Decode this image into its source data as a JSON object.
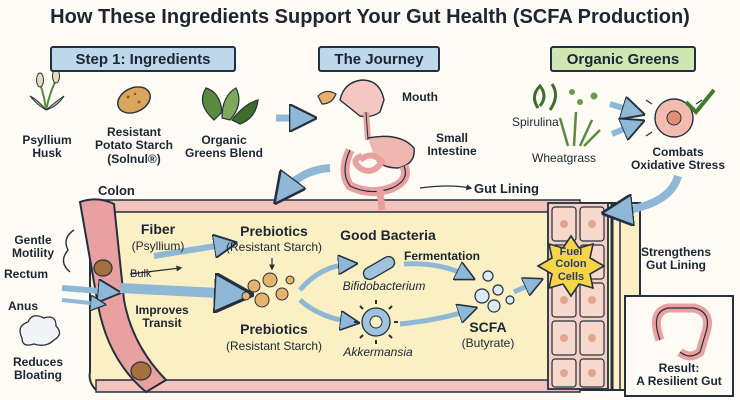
{
  "title": "How These Ingredients Support Your Gut Health (SCFA Production)",
  "banners": {
    "step1": "Step 1: Ingredients",
    "journey": "The Journey",
    "greens": "Organic Greens"
  },
  "ingredients": {
    "psyllium": [
      "Psyllium",
      "Husk"
    ],
    "potato": [
      "Resistant",
      "Potato Starch",
      "(Solnul®)"
    ],
    "greens_blend": [
      "Organic",
      "Greens Blend"
    ]
  },
  "journey": {
    "mouth": "Mouth",
    "small_intestine": [
      "Small",
      "Intestine"
    ],
    "gut_lining": "Gut Lining",
    "colon": "Colon"
  },
  "greens": {
    "spirulina": "Spirulina",
    "wheatgrass": "Wheatgrass",
    "combats": [
      "Combats",
      "Oxidative Stress"
    ]
  },
  "left_labels": {
    "gentle_motility": [
      "Gentle",
      "Motility"
    ],
    "rectum": "Rectum",
    "anus": "Anus",
    "reduces_bloating": [
      "Reduces",
      "Bloating"
    ]
  },
  "process": {
    "fiber": "Fiber",
    "fiber_sub": "(Psyllium)",
    "bulk": "Bulk",
    "improves_transit": [
      "Improves",
      "Transit"
    ],
    "prebiotics_top": "Prebiotics",
    "prebiotics_top_sub": "(Resistant Starch)",
    "prebiotics_bottom": "Prebiotics",
    "prebiotics_bottom_sub": "(Resistant Starch)",
    "good_bacteria": "Good Bacteria",
    "fermentation": "Fermentation",
    "bifidobacterium": "Bifidobacterium",
    "akkermansia": "Akkermansia",
    "scfa": "SCFA",
    "scfa_sub": "(Butyrate)",
    "fuel": [
      "Fuel",
      "Colon",
      "Cells"
    ],
    "strengthens": [
      "Strengthens",
      "Gut Lining"
    ]
  },
  "result": [
    "Result:",
    "A Resilient Gut"
  ],
  "icons": {
    "psyllium": "psyllium-plant-icon",
    "potato": "potato-icon",
    "greens": "leafy-greens-icon",
    "spirulina": "spirulina-icon",
    "wheatgrass": "wheatgrass-icon",
    "cell": "protected-cell-icon",
    "check": "checkmark-icon",
    "bifido": "bifidobacterium-icon",
    "akkermansia": "akkermansia-icon",
    "scfa": "scfa-bubbles-icon",
    "fuel": "fuel-burst-icon",
    "result": "intestine-icon"
  },
  "colors": {
    "colon_fill": "#fbf0c3",
    "colon_wall": "#e9a0a0",
    "banner_blue": "#bcd8ea",
    "banner_green": "#cfe6b5",
    "arrow_blue": "#8fb8d6",
    "fuel_burst": "#f6d548",
    "outline": "#24303f"
  }
}
